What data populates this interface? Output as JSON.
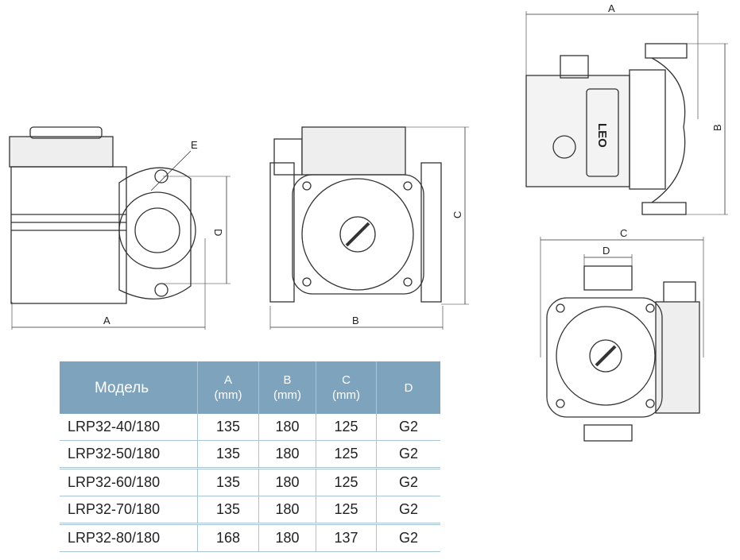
{
  "labels": {
    "view1": {
      "a": "A",
      "d": "D",
      "e": "E"
    },
    "view2": {
      "b": "B",
      "c": "C"
    },
    "view3": {
      "a": "A",
      "b": "B",
      "logo": "LEO"
    },
    "view4": {
      "c": "C",
      "d": "D"
    }
  },
  "table": {
    "headers": [
      {
        "l1": "Модель",
        "l2": ""
      },
      {
        "l1": "A",
        "l2": "(mm)"
      },
      {
        "l1": "B",
        "l2": "(mm)"
      },
      {
        "l1": "C",
        "l2": "(mm)"
      },
      {
        "l1": "D",
        "l2": ""
      }
    ],
    "rows": [
      [
        "LRP32-40/180",
        "135",
        "180",
        "125",
        "G2"
      ],
      [
        "LRP32-50/180",
        "135",
        "180",
        "125",
        "G2"
      ],
      [
        "LRP32-60/180",
        "135",
        "180",
        "125",
        "G2"
      ],
      [
        "LRP32-70/180",
        "135",
        "180",
        "125",
        "G2"
      ],
      [
        "LRP32-80/180",
        "168",
        "180",
        "137",
        "G2"
      ]
    ],
    "header_color": "#7ea3bd"
  }
}
